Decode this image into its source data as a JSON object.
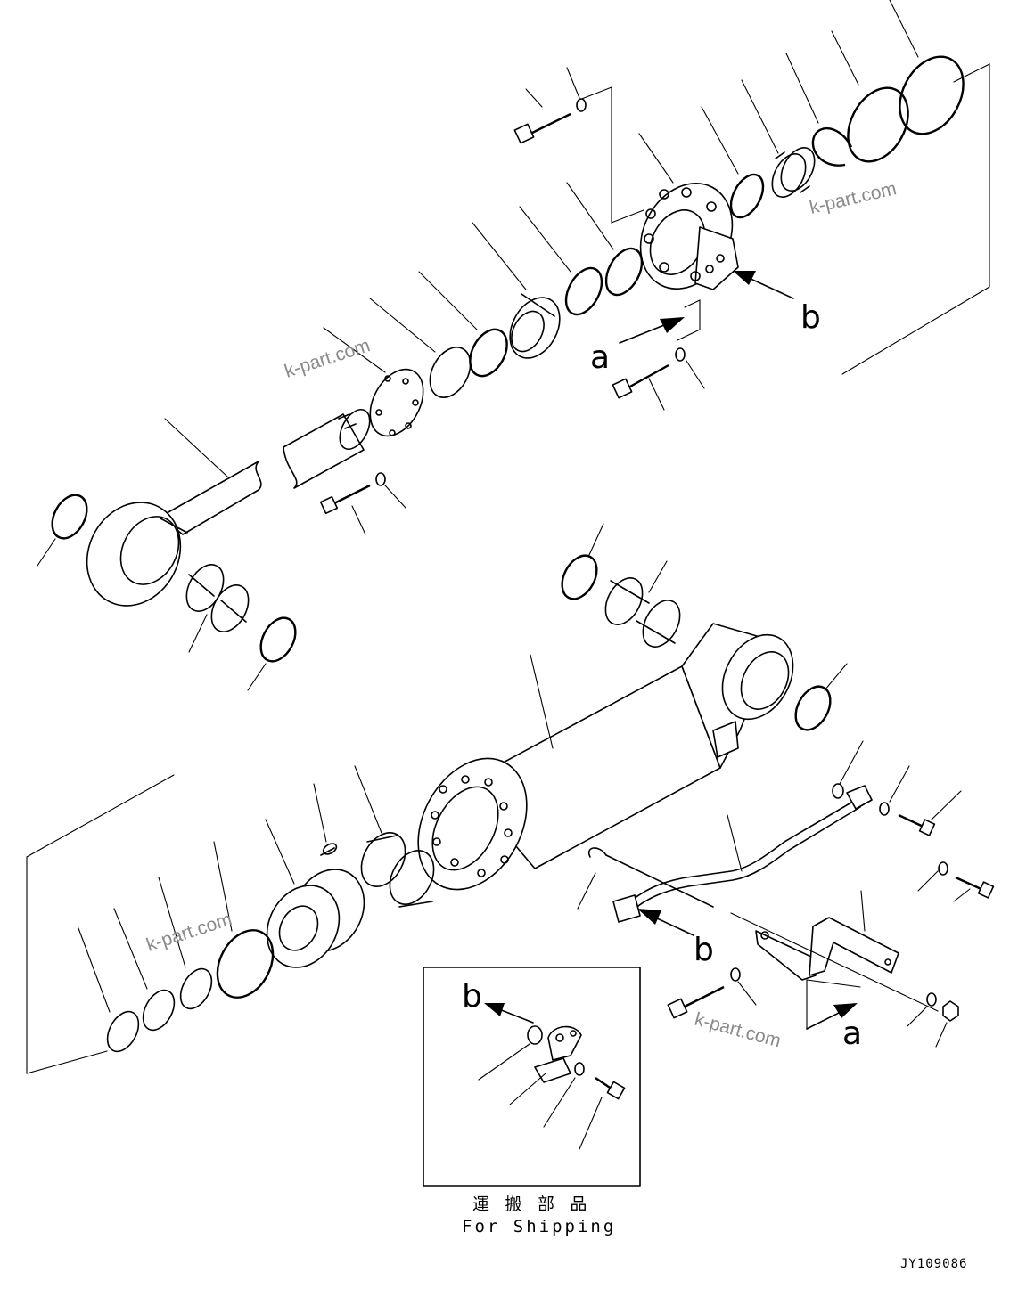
{
  "diagram": {
    "callouts": {
      "a_upper": "a",
      "b_upper": "b",
      "a_lower": "a",
      "b_lower": "b",
      "b_inset": "b"
    },
    "inset": {
      "caption_jp": "運 搬 部 品",
      "caption_en": "For Shipping"
    },
    "drawing_code": "JY109086",
    "watermark": "k-part.com"
  }
}
